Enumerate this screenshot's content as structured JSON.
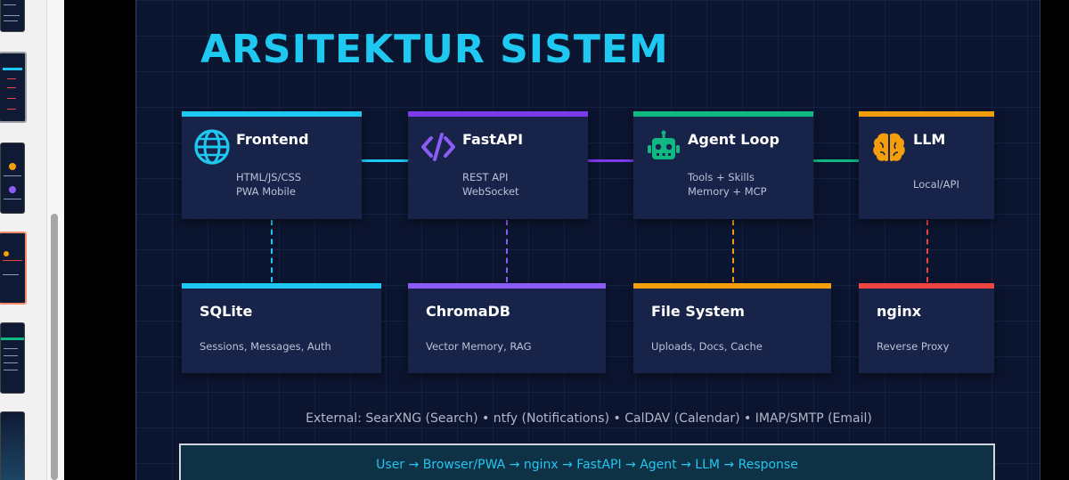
{
  "slide": {
    "title": "ARSITEKTUR SISTEM",
    "top_row": [
      {
        "name": "Frontend",
        "desc": "HTML/JS/CSS\nPWA Mobile",
        "icon": "globe-icon",
        "color": "#1fc8f0"
      },
      {
        "name": "FastAPI",
        "desc": "REST API\nWebSocket",
        "icon": "code-icon",
        "color": "#7c3aed"
      },
      {
        "name": "Agent Loop",
        "desc": "Tools + Skills\nMemory + MCP",
        "icon": "robot-icon",
        "color": "#10b981"
      },
      {
        "name": "LLM",
        "desc": "Local/API",
        "icon": "brain-icon",
        "color": "#f59e0b"
      }
    ],
    "bottom_row": [
      {
        "name": "SQLite",
        "desc": "Sessions, Messages, Auth",
        "color": "#1fc8f0"
      },
      {
        "name": "ChromaDB",
        "desc": "Vector Memory, RAG",
        "color": "#8b5cf6"
      },
      {
        "name": "File System",
        "desc": "Uploads, Docs, Cache",
        "color": "#f59e0b"
      },
      {
        "name": "nginx",
        "desc": "Reverse Proxy",
        "color": "#ef4444"
      }
    ],
    "external": "External: SearXNG (Search) • ntfy (Notifications) • CalDAV (Calendar) • IMAP/SMTP (Email)",
    "flow": "User → Browser/PWA → nginx → FastAPI → Agent → LLM → Response"
  }
}
